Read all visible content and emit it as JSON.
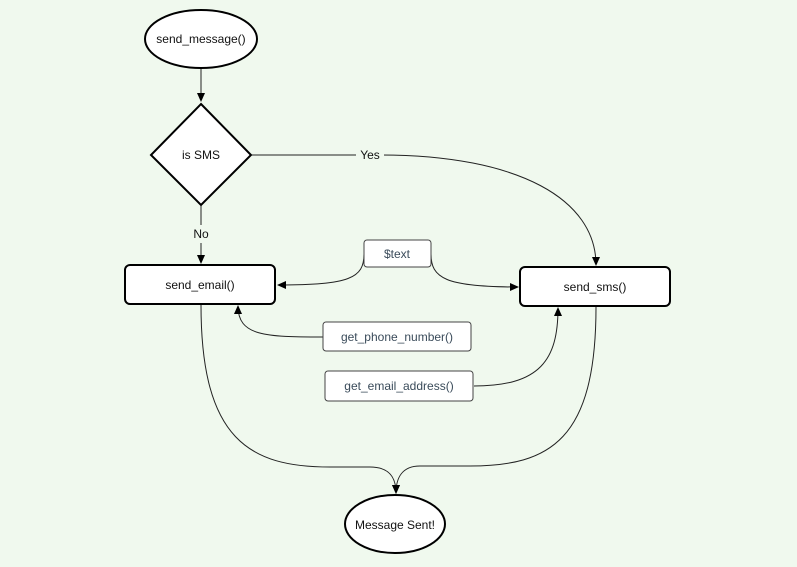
{
  "nodes": {
    "start": "send_message()",
    "decision": "is SMS",
    "email": "send_email()",
    "sms": "send_sms()",
    "text_param": "$text",
    "phone": "get_phone_number()",
    "address": "get_email_address()",
    "end": "Message Sent!"
  },
  "edges": {
    "yes_label": "Yes",
    "no_label": "No"
  }
}
